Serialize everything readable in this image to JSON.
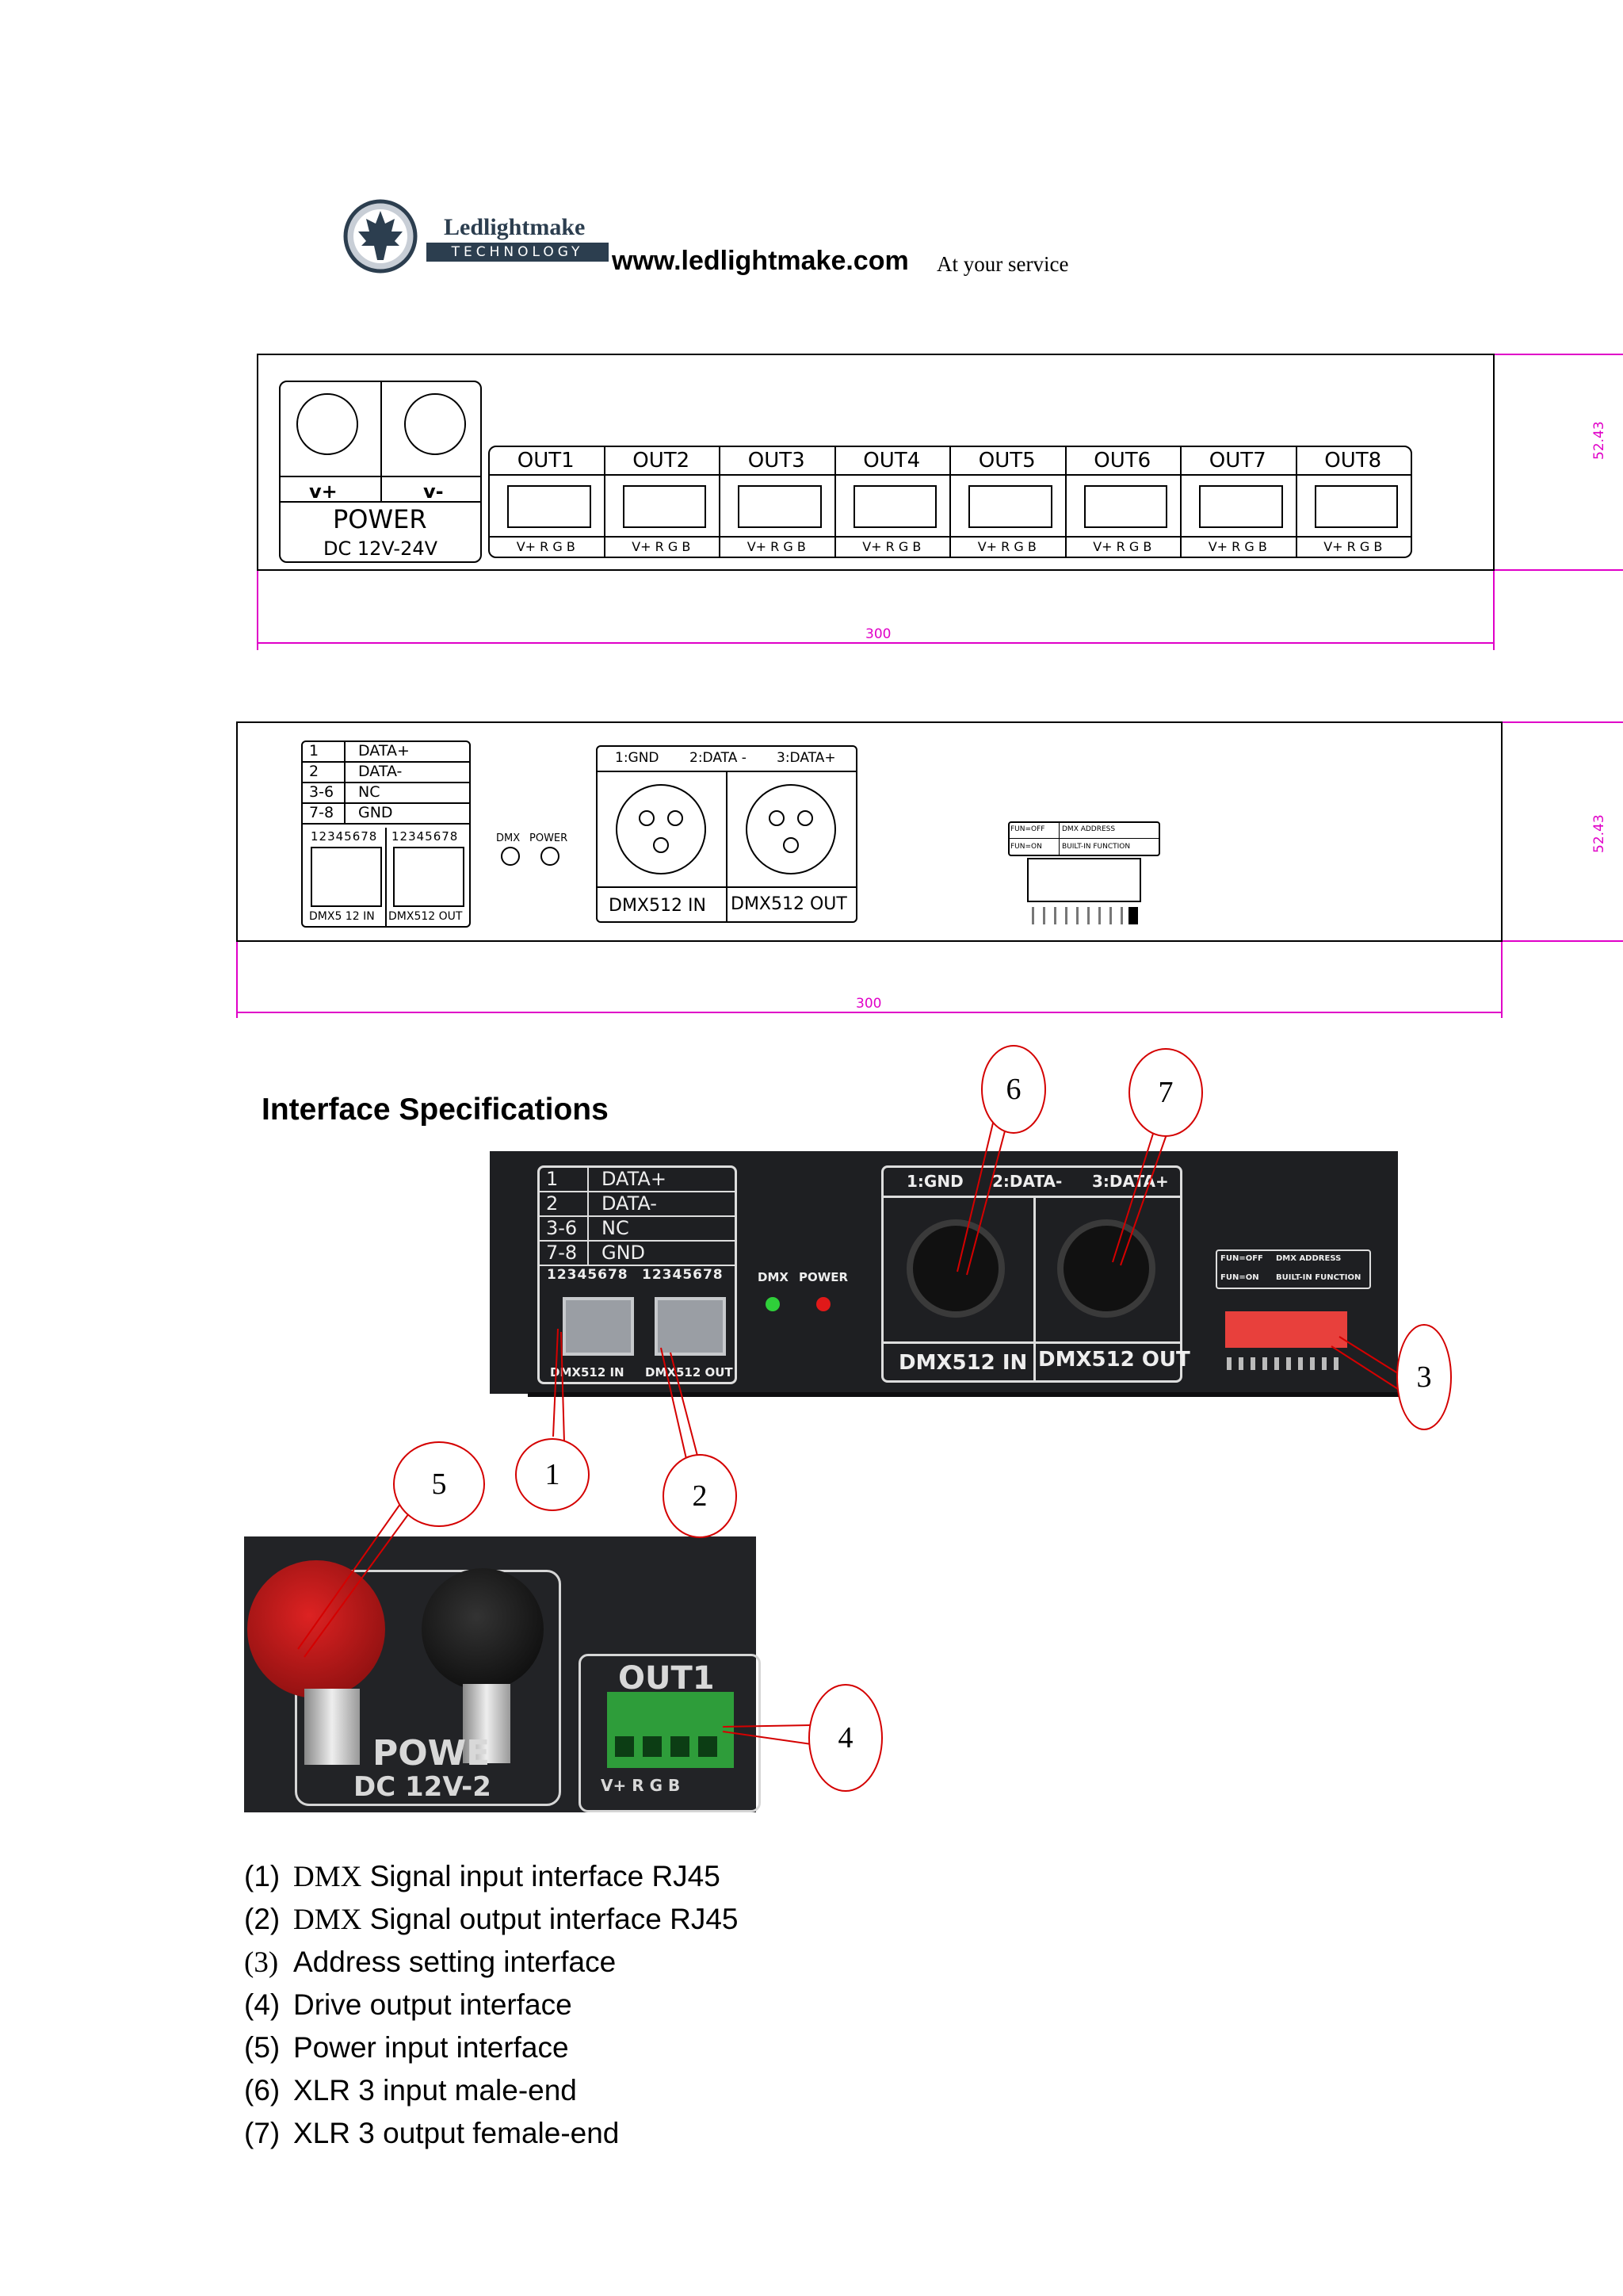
{
  "header": {
    "brand_name": "Ledlightmake",
    "brand_sub": "TECHNOLOGY",
    "url": "www.ledlightmake.com",
    "tagline": "At your service"
  },
  "front_drawing": {
    "power": {
      "v_plus": "v+",
      "v_minus": "v-",
      "label": "POWER",
      "voltage": "DC  12V-24V"
    },
    "outputs": [
      "OUT1",
      "OUT2",
      "OUT3",
      "OUT4",
      "OUT5",
      "OUT6",
      "OUT7",
      "OUT8"
    ],
    "pin_label": "V+  R  G  B",
    "width_dim": "300",
    "height_dim": "52.43"
  },
  "back_drawing": {
    "pin_table": [
      {
        "pin": "1",
        "signal": "DATA+"
      },
      {
        "pin": "2",
        "signal": "DATA-"
      },
      {
        "pin": "3-6",
        "signal": "NC"
      },
      {
        "pin": "7-8",
        "signal": "GND"
      }
    ],
    "rj45_pins": "12345678",
    "rj45_in": "DMX5 12 IN",
    "rj45_out": "DMX512 OUT",
    "led_dmx": "DMX",
    "led_power": "POWER",
    "xlr_header": [
      "1:GND",
      "2:DATA -",
      "3:DATA+"
    ],
    "xlr_in": "DMX512 IN",
    "xlr_out": "DMX512 OUT",
    "dip_rows": [
      [
        "FUN=OFF",
        "DMX ADDRESS"
      ],
      [
        "FUN=ON",
        "BUILT-IN FUNCTION"
      ]
    ],
    "width_dim": "300",
    "height_dim": "52.43"
  },
  "section_title": "Interface Specifications",
  "photo_top": {
    "pin_table": [
      {
        "pin": "1",
        "signal": "DATA+"
      },
      {
        "pin": "2",
        "signal": "DATA-"
      },
      {
        "pin": "3-6",
        "signal": "NC"
      },
      {
        "pin": "7-8",
        "signal": "GND"
      }
    ],
    "rj45_pins": "12345678",
    "rj45_in": "DMX512 IN",
    "rj45_out": "DMX512 OUT",
    "led_dmx": "DMX",
    "led_power": "POWER",
    "xlr_header": [
      "1:GND",
      "2:DATA-",
      "3:DATA+"
    ],
    "xlr_in": "DMX512 IN",
    "xlr_out": "DMX512 OUT",
    "dip_rows": [
      [
        "FUN=OFF",
        "DMX ADDRESS"
      ],
      [
        "FUN=ON",
        "BUILT-IN FUNCTION"
      ]
    ]
  },
  "photo_bottom": {
    "out_label": "OUT1",
    "power_label": "POWE",
    "voltage": "DC  12V-2",
    "pins": "V+  R  G  B"
  },
  "callouts": [
    "1",
    "2",
    "3",
    "4",
    "5",
    "6",
    "7"
  ],
  "spec_items": [
    {
      "num": "(1)",
      "dmx": "DMX",
      "text": " Signal input interface RJ45"
    },
    {
      "num": "(2)",
      "dmx": "DMX",
      "text": " Signal output interface RJ45"
    },
    {
      "num": "(3)",
      "dmx": "",
      "text": "Address setting interface"
    },
    {
      "num": "(4)",
      "dmx": "",
      "text": "Drive output interface"
    },
    {
      "num": "(5)",
      "dmx": "",
      "text": "Power input interface"
    },
    {
      "num": "(6)",
      "dmx": "",
      "text": "XLR 3 input male-end"
    },
    {
      "num": "(7)",
      "dmx": "",
      "text": "XLR 3 output female-end"
    }
  ],
  "colors": {
    "dimension": "#e000c8",
    "callout": "#d40000",
    "photo_bg": "#1e1f22"
  }
}
